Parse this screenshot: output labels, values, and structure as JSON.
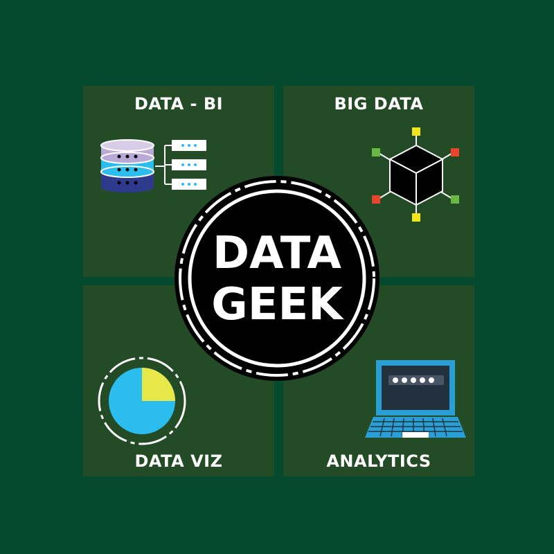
{
  "quadrants": {
    "top_left": {
      "title": "DATA - BI",
      "icon": "database-server-icon"
    },
    "top_right": {
      "title": "BIG DATA",
      "icon": "network-cube-icon"
    },
    "bottom_left": {
      "title": "DATA VIZ",
      "icon": "pie-chart-icon"
    },
    "bottom_right": {
      "title": "ANALYTICS",
      "icon": "laptop-icon"
    }
  },
  "badge": {
    "line1": "DATA",
    "line2": "GEEK"
  },
  "pie": {
    "highlight_fraction": 0.25
  },
  "colors": {
    "background": "#054a2e",
    "panel": "#234b26",
    "badge": "#000000",
    "pie_main": "#2bbdee",
    "pie_highlight": "#e8e84a",
    "node_yellow": "#f2e41b",
    "node_red": "#e8452c",
    "node_green": "#6ab844",
    "laptop_blue": "#2a9fd6"
  }
}
